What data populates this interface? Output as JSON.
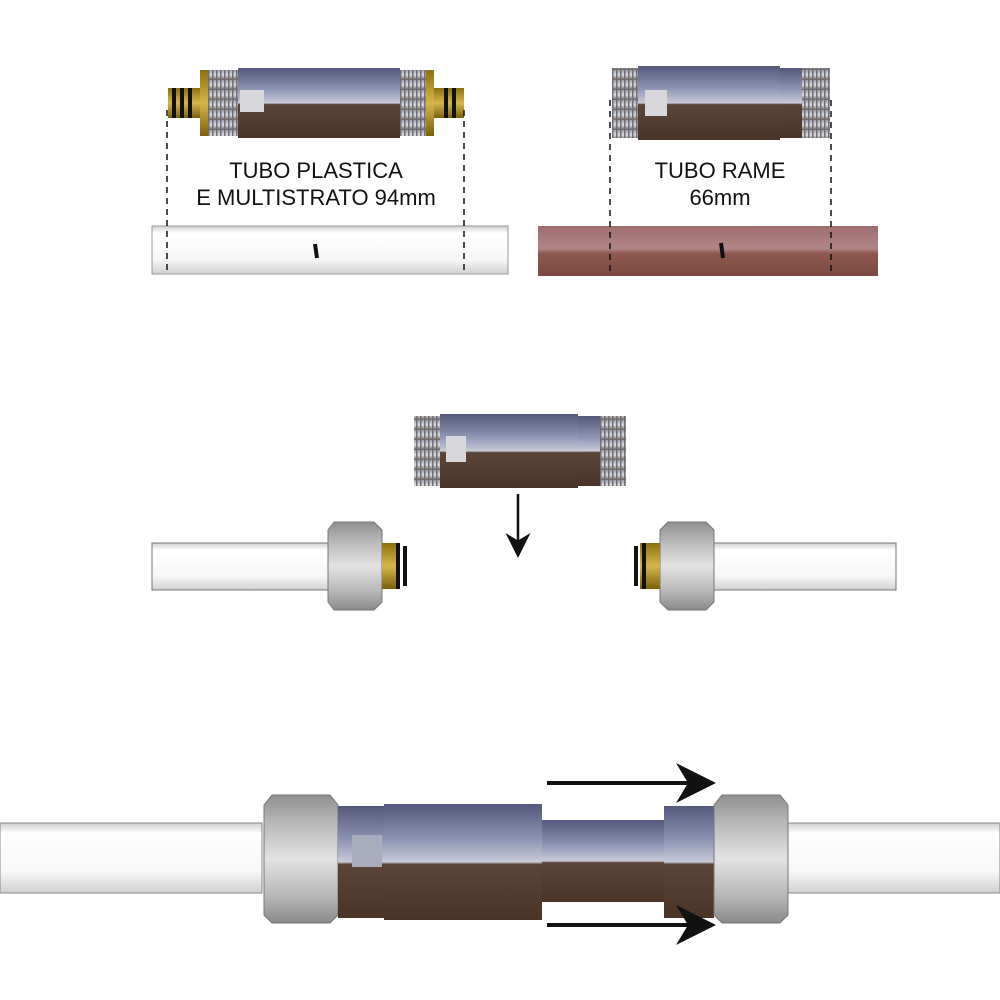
{
  "diagram": {
    "title": "Coupling installation steps",
    "panels": [
      {
        "id": "plastic",
        "label_line1": "TUBO PLASTICA",
        "label_line2": "E MULTISTRATO 94mm",
        "pipe_type": "plastic",
        "fitting_length_mm": 94
      },
      {
        "id": "copper",
        "label_line1": "TUBO RAME",
        "label_line2": "66mm",
        "pipe_type": "copper",
        "fitting_length_mm": 66
      }
    ],
    "step2": {
      "description": "insert coupling between pipe ends",
      "arrow": "down-arrow"
    },
    "step3": {
      "description": "slide and tighten nuts",
      "arrows": [
        "right-arrow",
        "right-arrow"
      ]
    },
    "colors": {
      "copper_pipe": "#8e5a55",
      "plastic_pipe": "#f4f4f4",
      "brass": "#b8962a",
      "metal_blue": "#6f7596",
      "metal_brown": "#5a4236",
      "nut_silver": "#b9b9b9"
    }
  }
}
